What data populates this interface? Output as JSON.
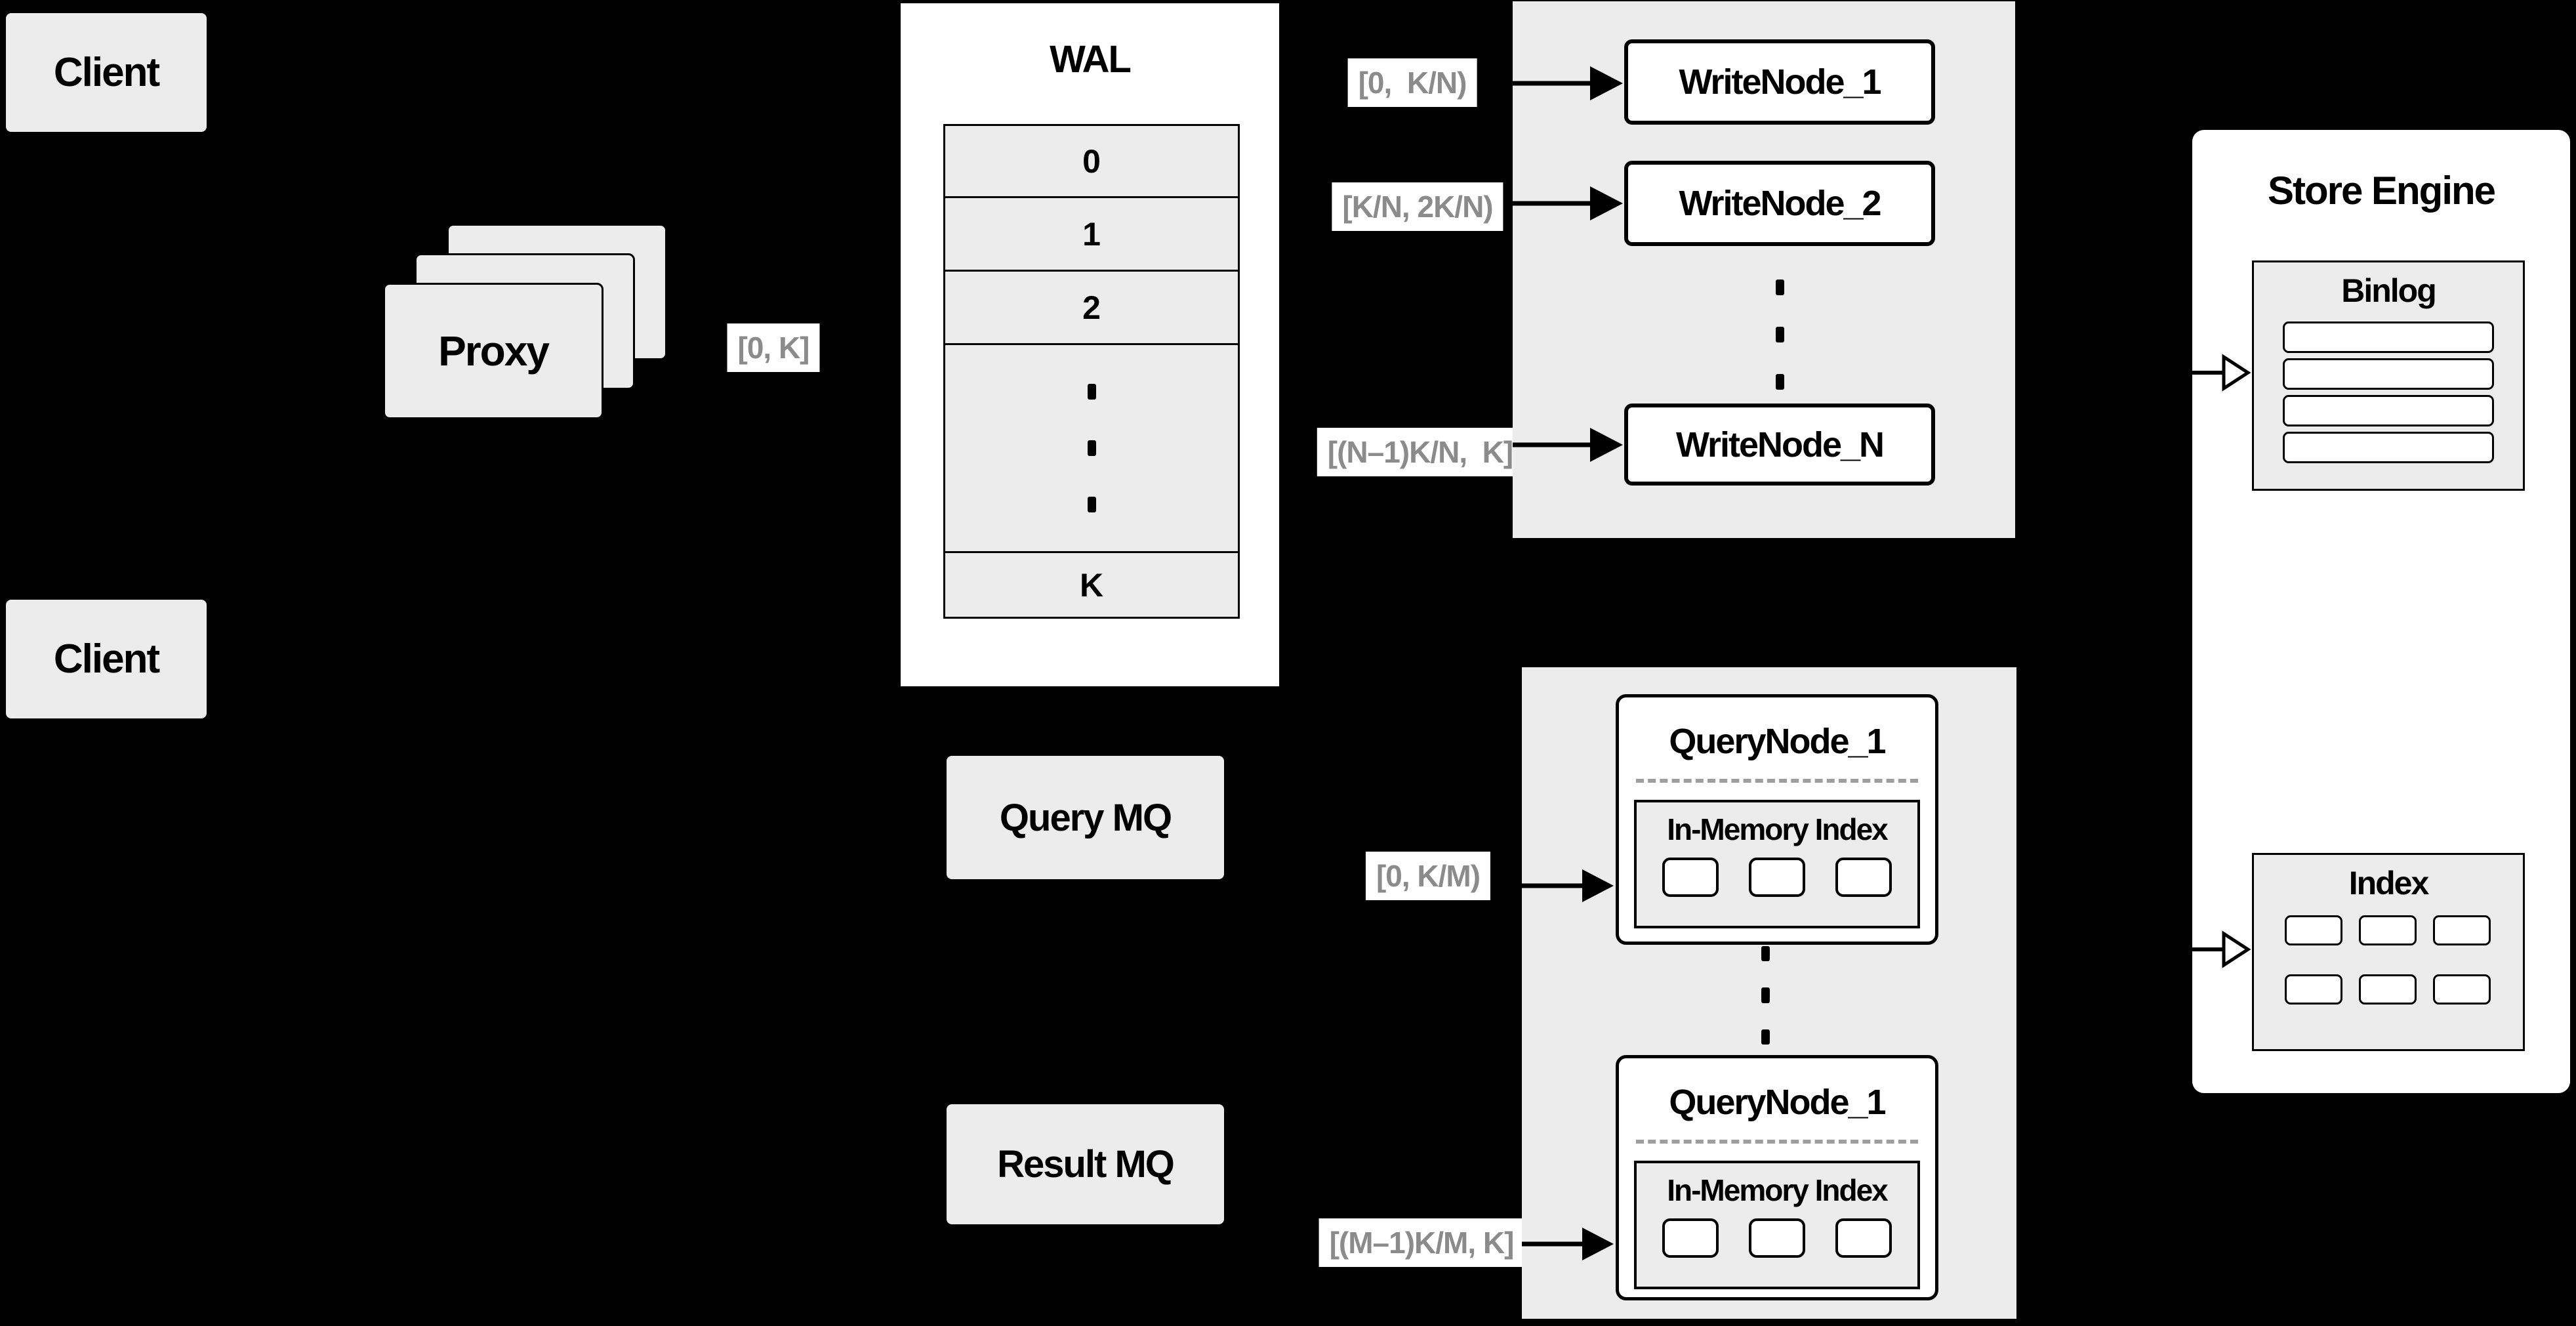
{
  "colors": {
    "background": "#000000",
    "panel-gray": "#ececec",
    "box-white": "#ffffff",
    "line-black": "#000000",
    "label-gray": "#8b8b8b",
    "dash-gray": "#9e9e9e"
  },
  "clients": {
    "top_label": "Client",
    "bottom_label": "Client"
  },
  "proxy": {
    "label": "Proxy"
  },
  "wal": {
    "title": "WAL",
    "segments": [
      "0",
      "1",
      "2"
    ],
    "last_segment": "K"
  },
  "edge_labels": {
    "proxy_wal": "[0, K]",
    "write_1": "[0,  K/N)",
    "write_2": "[K/N, 2K/N)",
    "write_n": "[(N–1)K/N,  K]",
    "query_1": "[0, K/M)",
    "query_m": "[(M–1)K/M, K]"
  },
  "write_cluster": {
    "nodes": [
      "WriteNode_1",
      "WriteNode_2",
      "WriteNode_N"
    ]
  },
  "mq": {
    "query": "Query MQ",
    "result": "Result MQ"
  },
  "query_cluster": {
    "nodes": [
      {
        "title": "QueryNode_1",
        "index_title": "In-Memory Index"
      },
      {
        "title": "QueryNode_1",
        "index_title": "In-Memory Index"
      }
    ]
  },
  "store_engine": {
    "title": "Store Engine",
    "binlog_title": "Binlog",
    "index_title": "Index"
  }
}
